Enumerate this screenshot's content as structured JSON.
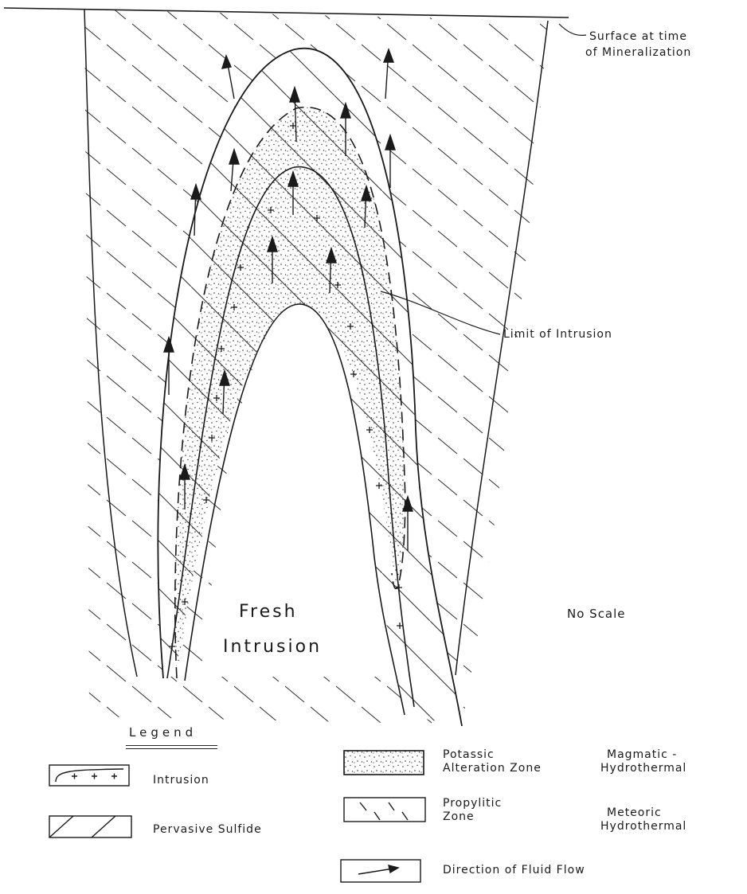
{
  "labels": {
    "surface": "Surface at time",
    "surface_line2": "of Mineralization",
    "limit": "Limit of Intrusion",
    "fresh_1": "Fresh",
    "fresh_2": "Intrusion",
    "no_scale": "No Scale"
  },
  "legend": {
    "title": "Legend",
    "items": [
      {
        "symbol": "intrusion-symbol",
        "label": "Intrusion"
      },
      {
        "symbol": "pervasive-sulfide-symbol",
        "label": "Pervasive Sulfide"
      },
      {
        "symbol": "potassic-zone-symbol",
        "label": "Potassic",
        "label_line2": "Alteration Zone",
        "origin": "Magmatic -",
        "origin_line2": "Hydrothermal"
      },
      {
        "symbol": "propylitic-zone-symbol",
        "label": "Propylitic",
        "label_line2": "Zone",
        "origin": "Meteoric",
        "origin_line2": "Hydrothermal"
      },
      {
        "symbol": "fluid-flow-symbol",
        "label": "Direction of Fluid Flow"
      }
    ]
  },
  "colors": {
    "ink": "#1a1a1a",
    "paper": "#ffffff"
  }
}
